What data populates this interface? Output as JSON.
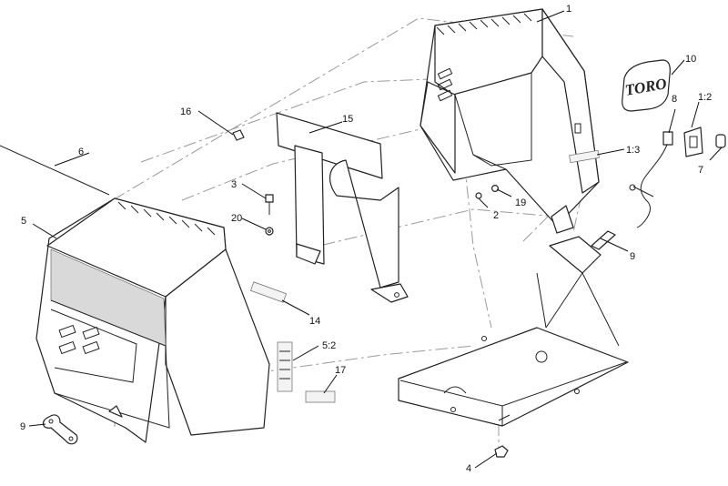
{
  "logo": {
    "brand_text": "TORO"
  },
  "callouts": [
    {
      "id": "c1",
      "label": "1"
    },
    {
      "id": "c10",
      "label": "10"
    },
    {
      "id": "c1_2",
      "label": "1:2"
    },
    {
      "id": "c8",
      "label": "8"
    },
    {
      "id": "c1_3",
      "label": "1:3"
    },
    {
      "id": "c7",
      "label": "7"
    },
    {
      "id": "c16",
      "label": "16"
    },
    {
      "id": "c15",
      "label": "15"
    },
    {
      "id": "c6",
      "label": "6"
    },
    {
      "id": "c3",
      "label": "3"
    },
    {
      "id": "c2",
      "label": "2"
    },
    {
      "id": "c19",
      "label": "19"
    },
    {
      "id": "c5",
      "label": "5"
    },
    {
      "id": "c20",
      "label": "20"
    },
    {
      "id": "c9a",
      "label": "9"
    },
    {
      "id": "c14",
      "label": "14"
    },
    {
      "id": "c5_2",
      "label": "5:2"
    },
    {
      "id": "c17",
      "label": "17"
    },
    {
      "id": "c9b",
      "label": "9"
    },
    {
      "id": "c4",
      "label": "4"
    }
  ]
}
